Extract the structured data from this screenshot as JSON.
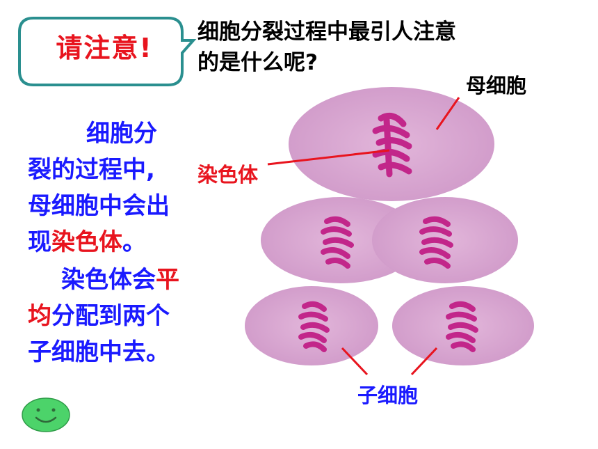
{
  "callout": {
    "title": "请注意!"
  },
  "question": {
    "line1": "细胞分裂过程中最引人注意",
    "line2": "的是什么呢?"
  },
  "labels": {
    "mother_cell": "母细胞",
    "chromosome": "染色体",
    "daughter_cells": "子细胞"
  },
  "paragraph1": {
    "line1": "细胞分",
    "line2": "裂的过程中,",
    "line3": "母细胞中会出",
    "line4_pre": "现",
    "line4_red": "染色体",
    "line4_post": "。"
  },
  "paragraph2": {
    "line1_pre": "染色体会",
    "line1_red": "平",
    "line2_red": "均",
    "line2_post": "分配到两个",
    "line3": "子细胞中去。"
  },
  "colors": {
    "accent_red": "#e8141e",
    "text_blue": "#1a1aff",
    "callout_border": "#2a8f8f",
    "cell_fill": "#d9a8d2",
    "chromosome": "#c2268a",
    "smiley": "#4cd36a"
  }
}
